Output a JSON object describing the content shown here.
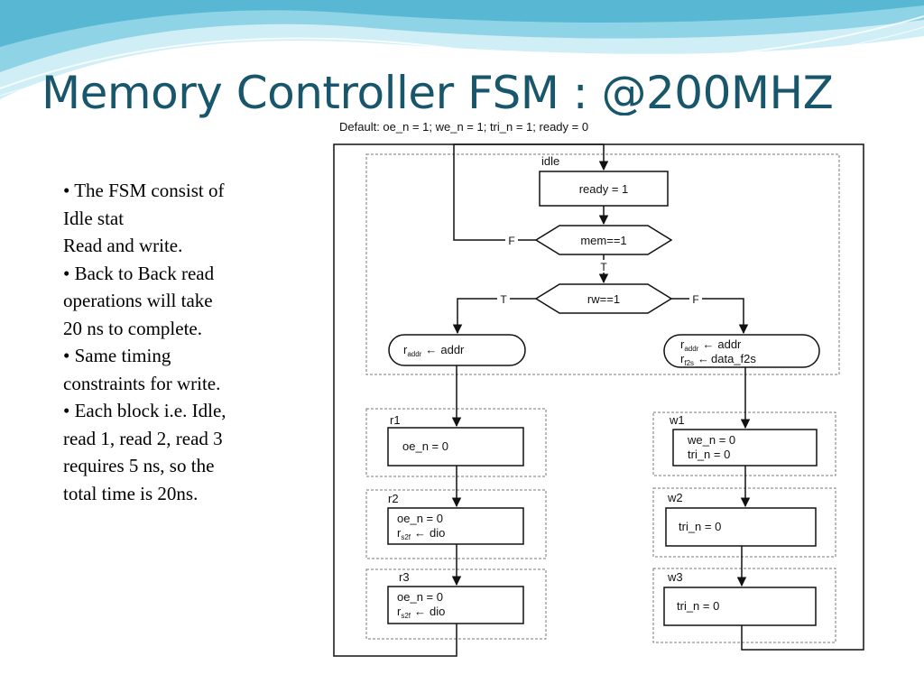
{
  "slide": {
    "title": "Memory Controller FSM : @200MHZ",
    "bullets": [
      [
        "• The FSM consist of",
        "Idle stat",
        "Read and write."
      ],
      [
        "• Back to Back read",
        "operations will take",
        "20 ns to complete."
      ],
      [
        "• Same timing",
        "constraints for write."
      ],
      [
        "• Each block i.e. Idle,",
        "read 1, read 2, read 3",
        "requires 5 ns, so the",
        "total time is 20ns."
      ]
    ]
  },
  "fsm": {
    "default_text": "Default: oe_n = 1;  we_n = 1;  tri_n = 1;  ready = 0",
    "states": {
      "idle": {
        "name": "idle",
        "action": "ready  = 1"
      },
      "r1": {
        "name": "r1",
        "action": "oe_n = 0"
      },
      "r2": {
        "name": "r2",
        "line1": "oe_n = 0",
        "sub": "s2f",
        "line2_rest": "dio"
      },
      "r3": {
        "name": "r3",
        "line1": "oe_n = 0",
        "sub": "s2f",
        "line2_rest": "dio"
      },
      "w1": {
        "name": "w1",
        "line1": "we_n = 0",
        "line2": "tri_n = 0"
      },
      "w2": {
        "name": "w2",
        "action": "tri_n = 0"
      },
      "w3": {
        "name": "w3",
        "action": "tri_n = 0"
      }
    },
    "decisions": {
      "mem": {
        "label": "mem==1",
        "false_label": "F",
        "true_label": "T"
      },
      "rw": {
        "label": "rw==1",
        "true_label": "T",
        "false_label": "F"
      }
    },
    "assignments": {
      "read_addr": {
        "sub": "addr",
        "rest": "addr"
      },
      "write_addr": {
        "sub": "addr",
        "rest": "addr"
      },
      "write_data": {
        "sub": "f2s",
        "rest": "data_f2s"
      }
    },
    "register_prefix": "r",
    "arrow_glyph": "←"
  },
  "colors": {
    "title": "#17566b",
    "wave_light": "#cfeef5",
    "wave_mid": "#8fd3e6",
    "wave_dark": "#4fb3cf"
  }
}
